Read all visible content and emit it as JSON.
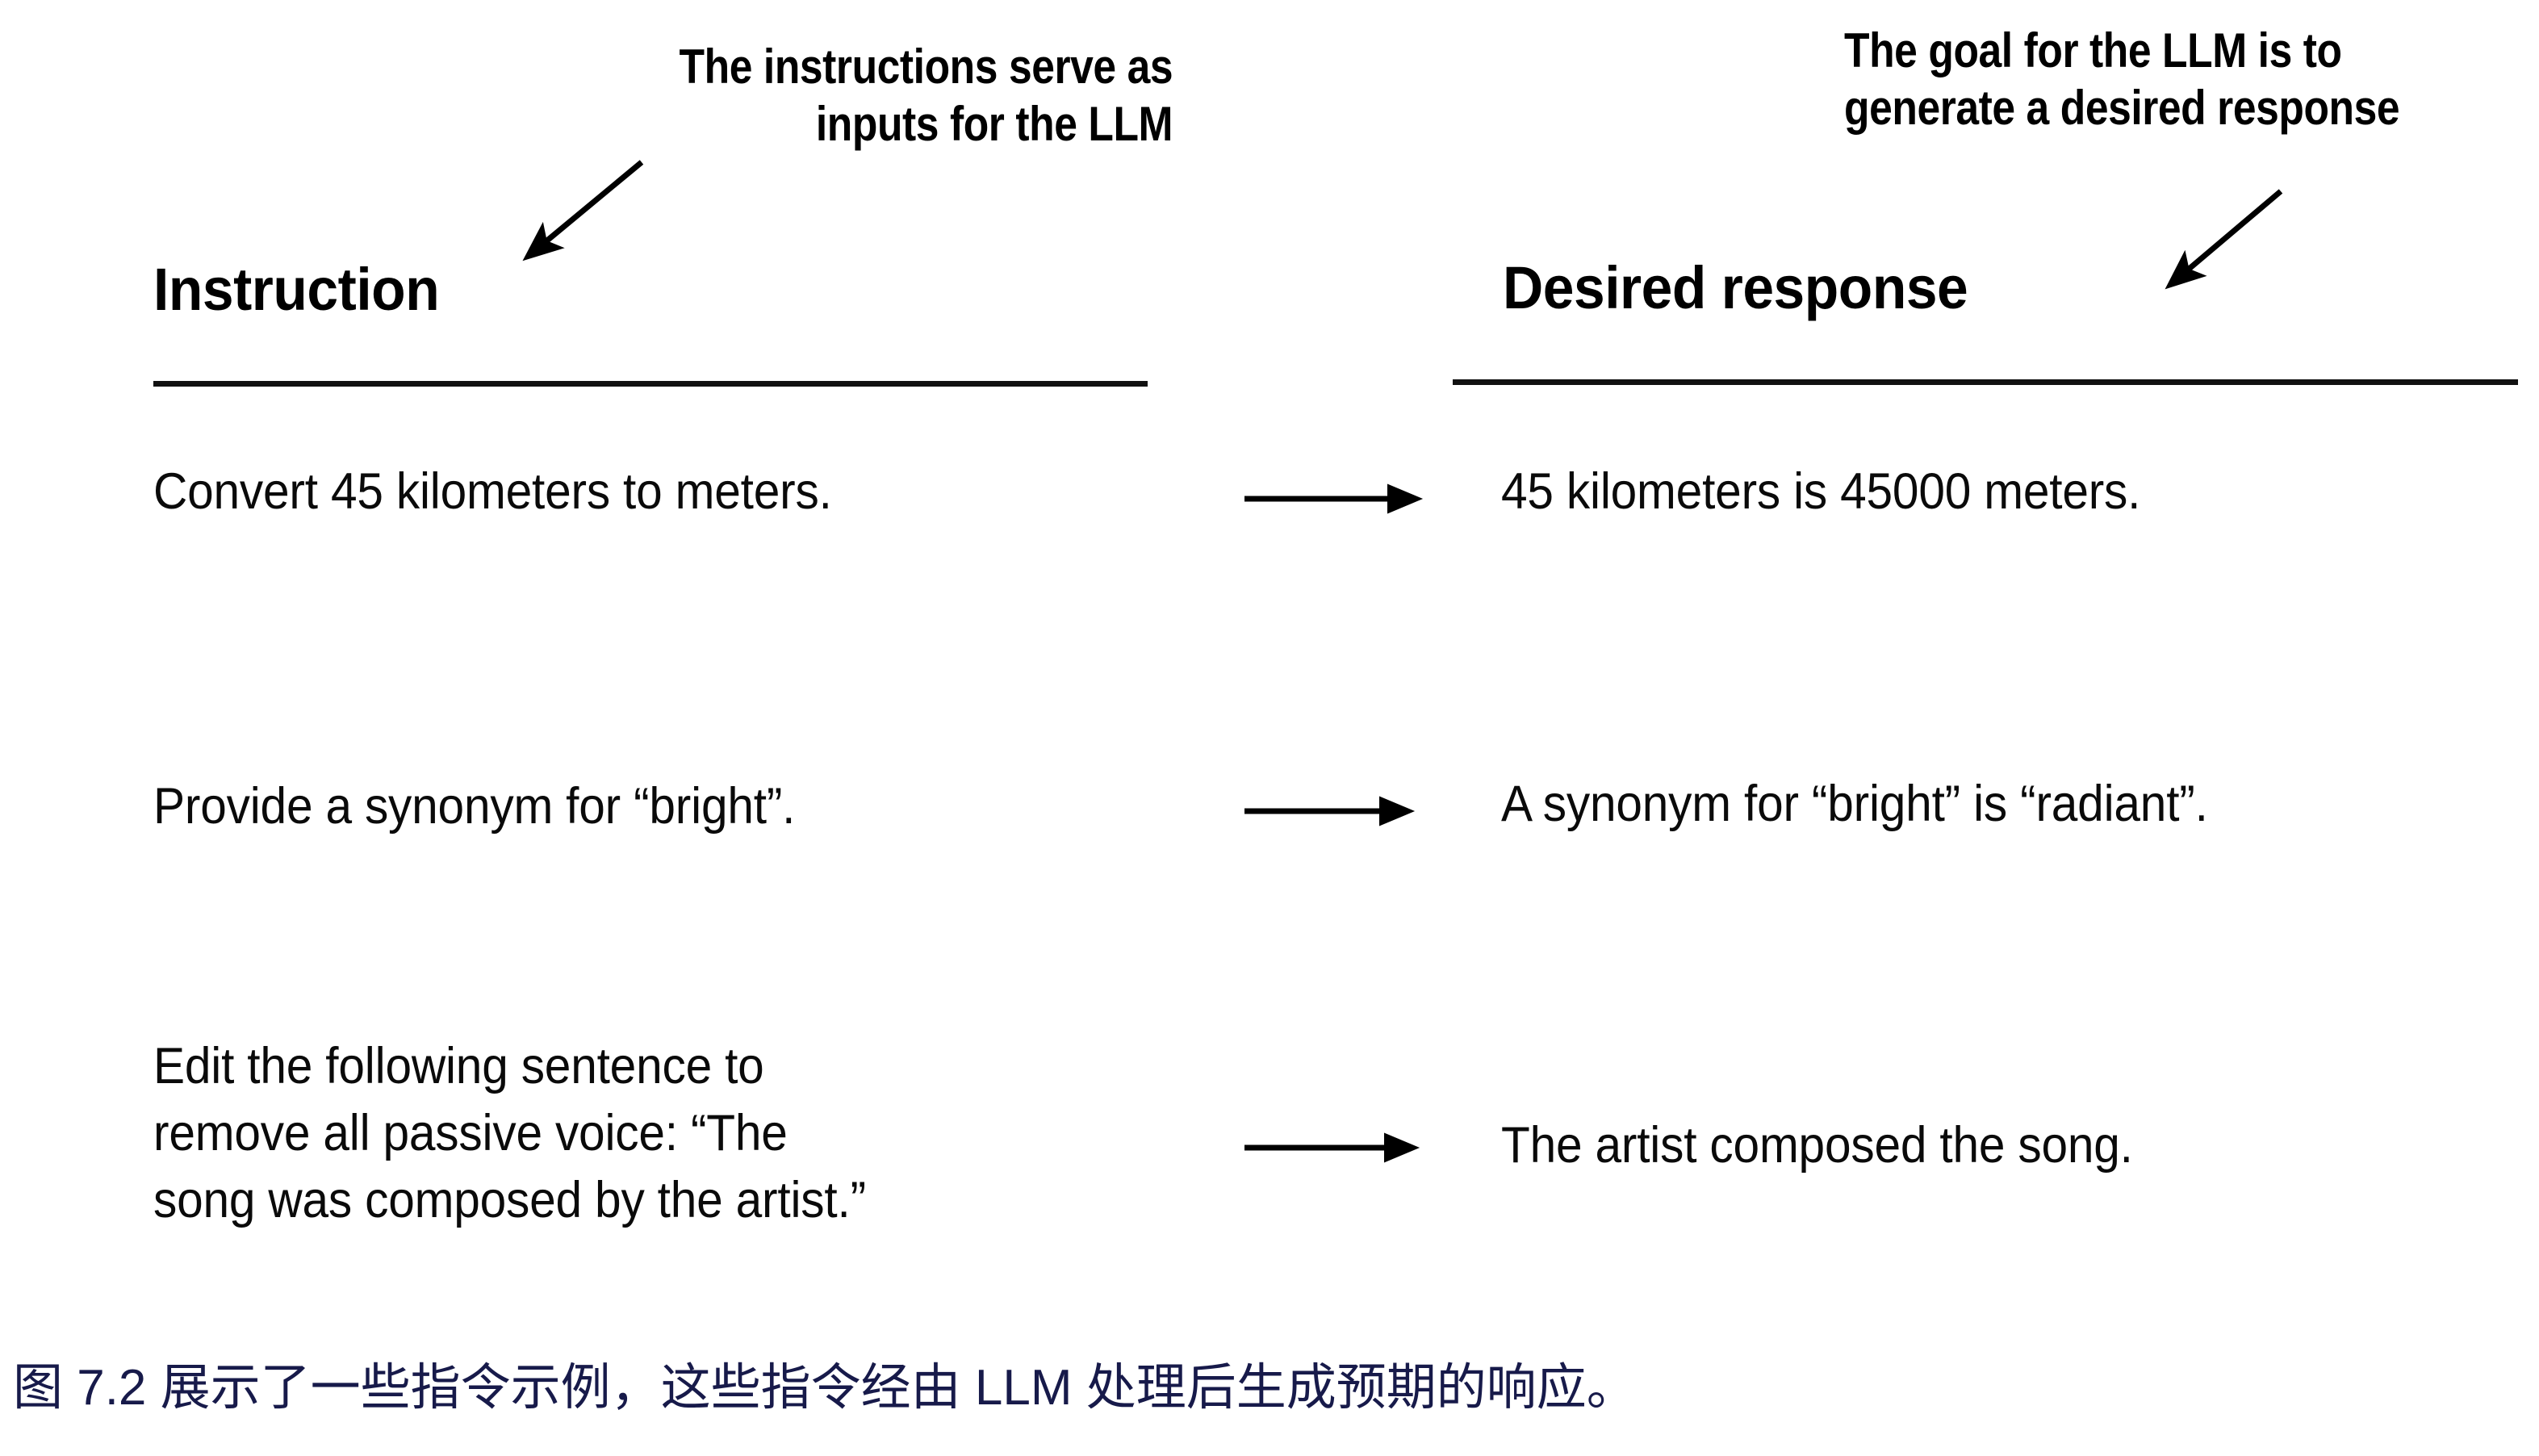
{
  "figure": {
    "annotations": {
      "left_callout": {
        "lines": [
          "The instructions serve as",
          "inputs for the LLM"
        ]
      },
      "right_callout": {
        "lines": [
          "The goal for the LLM is to",
          "generate a desired response"
        ]
      }
    },
    "columns": {
      "left_header": "Instruction",
      "right_header": "Desired response"
    },
    "arrow_glyph": "⟶",
    "rows": [
      {
        "instruction_lines": [
          "Convert 45 kilometers to meters."
        ],
        "response_lines": [
          "45 kilometers is 45000 meters."
        ]
      },
      {
        "instruction_lines": [
          "Provide a synonym for “bright”."
        ],
        "response_lines": [
          "A synonym for “bright” is “radiant”."
        ]
      },
      {
        "instruction_lines": [
          "Edit the following sentence to",
          "remove all passive voice: “The",
          "song was composed by the artist.”"
        ],
        "response_lines": [
          "The artist composed the song."
        ]
      }
    ],
    "caption": "图 7.2 展示了一些指令示例，这些指令经由 LLM 处理后生成预期的响应。",
    "colors": {
      "background": "#ffffff",
      "text": "#000000",
      "rule": "#111111",
      "caption": "#171a4a"
    }
  }
}
